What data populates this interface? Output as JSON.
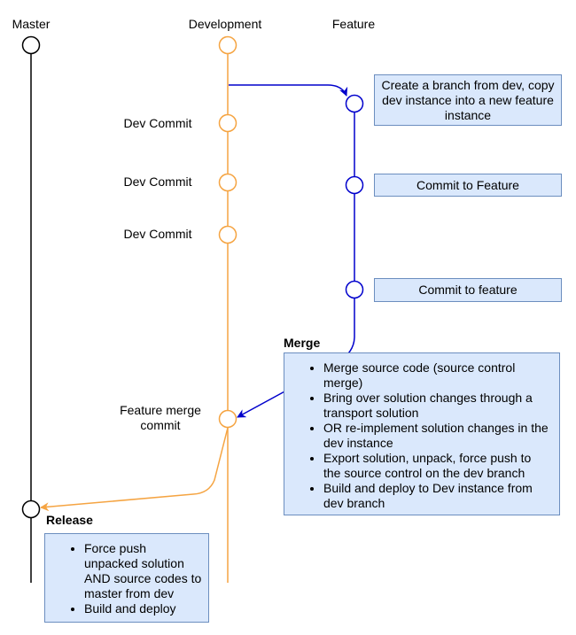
{
  "lanes": {
    "master": "Master",
    "development": "Development",
    "feature": "Feature"
  },
  "dev_commits": [
    "Dev Commit",
    "Dev Commit",
    "Dev Commit"
  ],
  "feature_merge_commit": [
    "Feature merge",
    "commit"
  ],
  "feature_boxes": {
    "create_branch": [
      "Create a branch from dev, copy",
      "dev instance into a new feature",
      "instance"
    ],
    "commit_to_feature_1": "Commit to Feature",
    "commit_to_feature_2": "Commit to feature"
  },
  "merge": {
    "title": "Merge",
    "items": [
      "Merge source code (source control merge)",
      "Bring over solution changes through a transport solution",
      "OR re-implement solution changes in the dev instance",
      "Export solution, unpack, force push to the source control on the dev branch",
      "Build and deploy to Dev instance from dev branch"
    ]
  },
  "release": {
    "title": "Release",
    "items": [
      "Force push unpacked solution AND source codes to master from dev",
      "Build and deploy"
    ]
  },
  "colors": {
    "master": "#000000",
    "development": "#f5a442",
    "feature": "#0000cc",
    "box_fill": "#dae8fc",
    "box_border": "#6c8ebf"
  }
}
